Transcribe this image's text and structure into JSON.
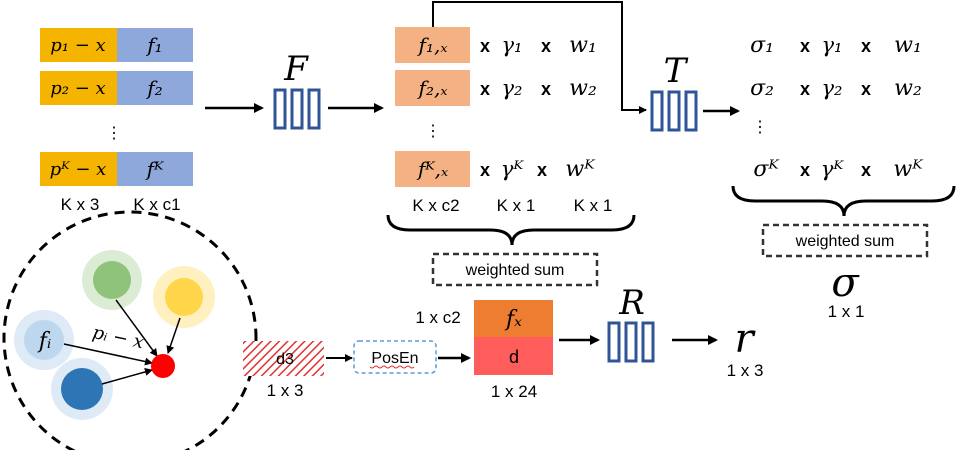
{
  "input_rows": [
    {
      "pos": "p₁ − x",
      "feat": "f₁"
    },
    {
      "pos": "p₂ − x",
      "feat": "f₂"
    },
    {
      "pos": "pᴷ − x",
      "feat": "fᴷ"
    }
  ],
  "vdots": "⋮",
  "input_dims": {
    "pos": "K x 3",
    "feat": "K x c1"
  },
  "networks": {
    "F": "F",
    "T": "T",
    "R": "R"
  },
  "middle_rows": [
    {
      "feat": "f₁,ₓ",
      "times1": "x",
      "gamma": "γ₁",
      "times2": "x",
      "w": "w₁"
    },
    {
      "feat": "f₂,ₓ",
      "times1": "x",
      "gamma": "γ₂",
      "times2": "x",
      "w": "w₂"
    },
    {
      "feat": "fᴷ,ₓ",
      "times1": "x",
      "gamma": "γᴷ",
      "times2": "",
      "w": "wᴷ"
    }
  ],
  "middle_dims": {
    "feat": "K x c2",
    "gamma": "K x 1",
    "w": "K x 1"
  },
  "weighted_sum_label": "weighted sum",
  "right_rows": [
    {
      "sigma": "σ₁",
      "times1": "x",
      "gamma": "γ₁",
      "times2": "x",
      "w": "w₁"
    },
    {
      "sigma": "σ₂",
      "times1": "x",
      "gamma": "γ₂",
      "times2": "x",
      "w": "w₂"
    },
    {
      "sigma": "σᴷ",
      "times1": "x",
      "gamma": "γᴷ",
      "times2": "x",
      "w": "wᴷ"
    }
  ],
  "sigma_out": {
    "symbol": "σ",
    "dim": "1 x 1"
  },
  "neighborhood": {
    "fi": "fᵢ",
    "vector": "pᵢ − x"
  },
  "bottom": {
    "d3_label": "d3",
    "d3_dim": "1 x 3",
    "posen_label": "PosEn",
    "concat_dim_top": "1 x c2",
    "concat_top": "fₓ",
    "concat_bottom": "d",
    "concat_dim_bottom": "1 x 24",
    "r_symbol": "r",
    "r_dim": "1 x 3"
  },
  "colors": {
    "orange_box": "#F4B400",
    "blue_box": "#8FA8DC",
    "peach_box": "#F4B183",
    "dark_orange": "#ED7D31",
    "coral": "#FF5C5C",
    "red_dot": "#FF0000",
    "hatch_red": "#E03030",
    "network_blue": "#2F5597",
    "green_circle": "#8FC37A",
    "yellow_circle": "#FFD54A",
    "blue_circle": "#2E75B6",
    "light_blue_circle": "#BDD7EE"
  }
}
